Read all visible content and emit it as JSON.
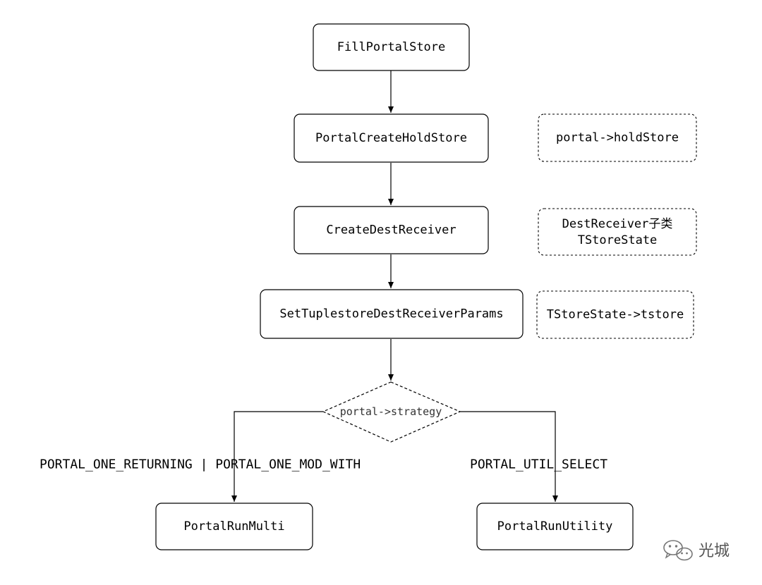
{
  "nodes": {
    "fill_portal_store": "FillPortalStore",
    "portal_create_hold_store": "PortalCreateHoldStore",
    "create_dest_receiver": "CreateDestReceiver",
    "set_tuplestore_params": "SetTuplestoreDestReceiverParams",
    "strategy_decision": "portal->strategy",
    "portal_run_multi": "PortalRunMulti",
    "portal_run_utility": "PortalRunUtility"
  },
  "notes": {
    "hold_store": "portal->holdStore",
    "dest_receiver_line1": "DestReceiver子类",
    "dest_receiver_line2": "TStoreState",
    "tstore": "TStoreState->tstore"
  },
  "edge_labels": {
    "left": "PORTAL_ONE_RETURNING | PORTAL_ONE_MOD_WITH",
    "right": "PORTAL_UTIL_SELECT"
  },
  "watermark": "光城"
}
